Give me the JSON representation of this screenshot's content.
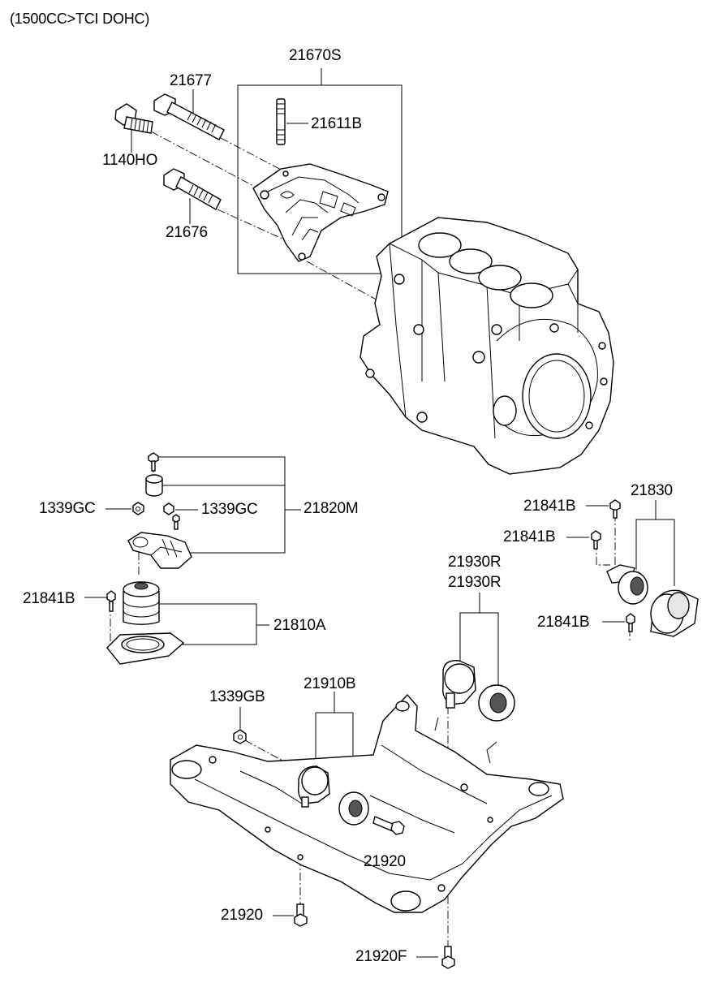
{
  "header": {
    "engine_spec": "(1500CC>TCI DOHC)"
  },
  "labels": {
    "l_21670S": "21670S",
    "l_21677": "21677",
    "l_21611B": "21611B",
    "l_1140HO": "1140HO",
    "l_21676": "21676",
    "l_1339GC_left": "1339GC",
    "l_1339GC_right": "1339GC",
    "l_21820M": "21820M",
    "l_21841B_left": "21841B",
    "l_21810A": "21810A",
    "l_21841B_top": "21841B",
    "l_21830": "21830",
    "l_21841B_mid": "21841B",
    "l_21841B_low": "21841B",
    "l_21930R_a": "21930R",
    "l_21930R_b": "21930R",
    "l_1339GB": "1339GB",
    "l_21910B": "21910B",
    "l_21920_right": "21920",
    "l_21920_left": "21920",
    "l_21920F": "21920F"
  }
}
